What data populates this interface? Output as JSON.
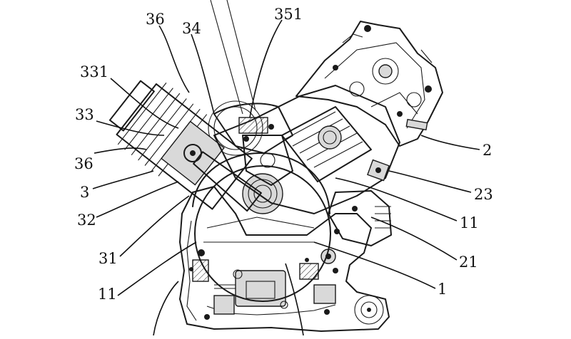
{
  "figure": {
    "labels": {
      "l36_top": "36",
      "l34": "34",
      "l351": "351",
      "l331": "331",
      "l33": "33",
      "l36_left": "36",
      "l3": "3",
      "l32": "32",
      "l31": "31",
      "l11_bottom": "11",
      "l2": "2",
      "l23": "23",
      "l11_right": "11",
      "l21": "21",
      "l1": "1"
    }
  }
}
